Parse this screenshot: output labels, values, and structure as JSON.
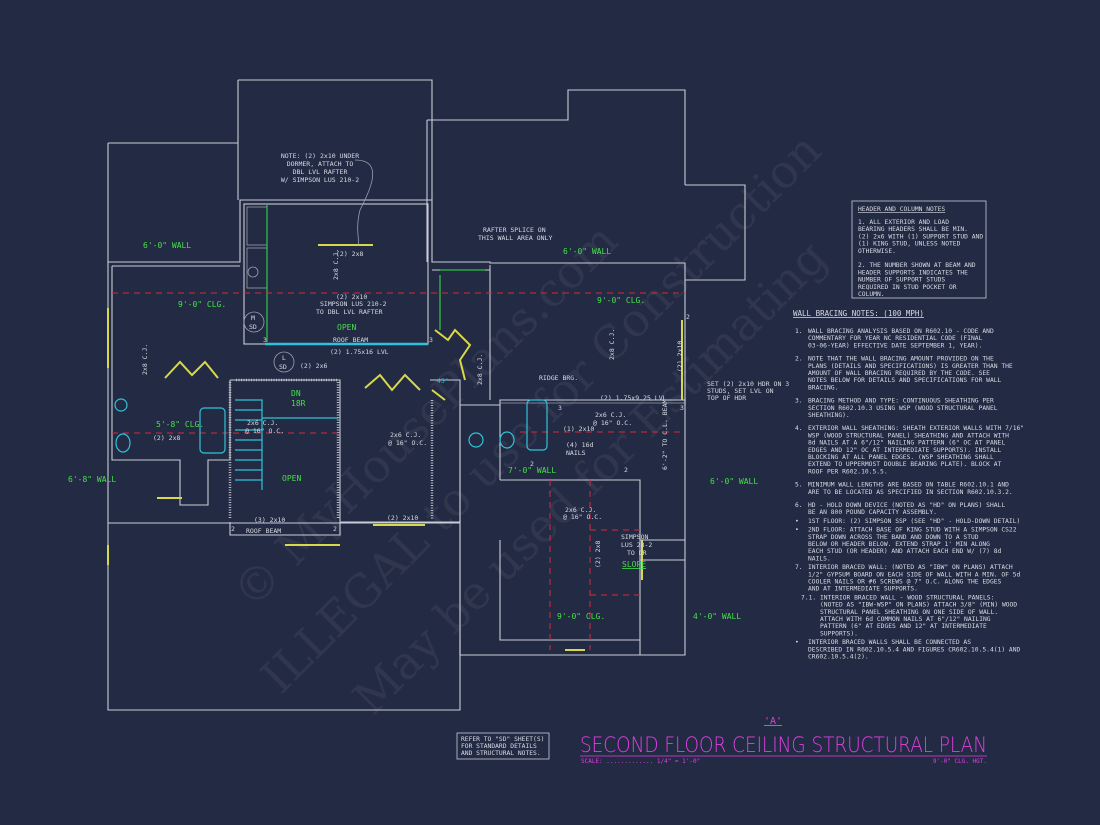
{
  "colors": {
    "background": "#232a43",
    "lines": "#c9cdd8",
    "labels_green": "#46e04a",
    "title_magenta": "#e040e0",
    "beams_yellow": "#d8d84a",
    "fixtures_cyan": "#2ec3d8",
    "ceiling_red": "#d8283a"
  },
  "watermark": [
    "© MyHousePlans.com",
    "ILLEGAL to use for Construction",
    "May be used for Estimating"
  ],
  "plan_labels": {
    "note_dormer": [
      "NOTE: (2) 2x10 UNDER",
      "DORMER, ATTACH TO",
      "DBL LVL RAFTER",
      "W/ SIMPSON LUS 210-2"
    ],
    "rafter_splice": [
      "RAFTER SPLICE ON",
      "THIS WALL AREA ONLY"
    ],
    "wall_6_0_left": "6'-0\" WALL",
    "wall_6_0_top_right": "6'-0\" WALL",
    "clg_9_0_left": "9'-0\" CLG.",
    "clg_9_0_right": "9'-0\" CLG.",
    "clg_9_0_bottom": "9'-0\" CLG.",
    "clg_5_8": "5'-8\" CLG.",
    "wall_6_8": "6'-8\" WALL",
    "wall_7_0": "7'-0\" WALL",
    "wall_6_0_mid_right": "6'-0\" WALL",
    "wall_4_0": "4'-0\" WALL",
    "hdr_2x8_top": "(2) 2x8",
    "hdr_2x10_dormer": "(2) 2x10",
    "simpson_lus": [
      "SIMPSON LUS 210-2",
      "TO DBL LVL RAFTER"
    ],
    "open_top": "OPEN",
    "open_stair": "OPEN",
    "roof_beam_top": "ROOF BEAM",
    "lvl_top": "(2) 1.75x16 LVL",
    "cj_2x8": [
      "2x8 C.J.",
      "@ 16\" O.C."
    ],
    "cj_2x6": [
      "2x6 C.J.",
      "@ 16\" O.C."
    ],
    "hdr_2x6": "(2) 2x6",
    "hdr_2x8_left": "(2) 2x8",
    "angle_45": "45°",
    "ridge_brg": "RIDGE BRG.",
    "lvl_right": "(2) 1.75x9.25 LVL",
    "hdr_2x10_right": "(2) 2x10",
    "set_note": [
      "SET (2) 2x10 HDR ON 3",
      "STUDS, SET LVL ON",
      "TOP OF HDR"
    ],
    "hdr_1_2x10": "(1) 2x10",
    "nails": [
      "(4) 16d",
      "NAILS"
    ],
    "to_cl_beam": "6'-2\" TO C.L. BEAM",
    "dn": "DN",
    "br": "18R",
    "hdr_3_2x10": "(3) 2x10",
    "roof_beam_bottom": "ROOF BEAM",
    "hdr_2x10_bottom": "(2) 2x10",
    "simpson_lus28": [
      "SIMPSON",
      "LUS 28-2",
      "TO DR"
    ],
    "slope": "SLOPE",
    "hdr_2x8_vert": "(2) 2x8",
    "sd_tag_m": [
      "M",
      "SD"
    ],
    "sd_tag_l": [
      "L",
      "SD"
    ],
    "stud_counts": [
      "3",
      "3",
      "2",
      "3",
      "3",
      "2",
      "2",
      "2",
      "2"
    ]
  },
  "header_notes": {
    "title": "HEADER AND COLUMN NOTES",
    "lines": [
      "1. ALL EXTERIOR AND LOAD",
      "BEARING HEADERS SHALL BE MIN.",
      "(2) 2x6 WITH (1) SUPPORT STUD AND",
      "(1) KING STUD, UNLESS NOTED",
      "OTHERWISE.",
      "",
      "2. THE NUMBER SHOWN AT BEAM AND",
      "HEADER SUPPORTS INDICATES THE",
      "NUMBER OF SUPPORT STUDS",
      "REQUIRED IN STUD POCKET OR",
      "COLUMN."
    ]
  },
  "wall_bracing": {
    "title": "WALL BRACING NOTES: (100 MPH)",
    "items": [
      {
        "n": "1.",
        "lines": [
          "WALL BRACING ANALYSIS BASED ON R602.10 - CODE AND",
          "COMMENTARY FOR YEAR NC RESIDENTIAL CODE (FINAL",
          "03-06-YEAR) EFFECTIVE DATE SEPTEMBER 1, YEAR)."
        ]
      },
      {
        "n": "2.",
        "lines": [
          "NOTE THAT THE WALL BRACING AMOUNT PROVIDED ON THE",
          "PLANS (DETAILS AND SPECIFICATIONS) IS GREATER THAN THE",
          "AMOUNT OF WALL BRACING REQUIRED BY THE CODE. SEE",
          "NOTES BELOW FOR DETAILS AND SPECIFICATIONS FOR WALL",
          "BRACING."
        ]
      },
      {
        "n": "3.",
        "lines": [
          "BRACING METHOD AND TYPE: CONTINUOUS SHEATHING PER",
          "SECTION R602.10.3 USING WSP (WOOD STRUCTURAL PANEL",
          "SHEATHING)."
        ]
      },
      {
        "n": "4.",
        "lines": [
          "EXTERIOR WALL SHEATHING: SHEATH EXTERIOR WALLS WITH 7/16\"",
          "WSP (WOOD STRUCTURAL PANEL) SHEATHING AND ATTACH WITH",
          "8d NAILS AT A 6\"/12\" NAILING PATTERN (6\" OC AT PANEL",
          "EDGES AND 12\" OC AT INTERMEDIATE SUPPORTS). INSTALL",
          "BLOCKING AT ALL PANEL EDGES. (WSP SHEATHING SHALL",
          "EXTEND TO UPPERMOST DOUBLE BEARING PLATE). BLOCK AT",
          "ROOF PER R602.10.5.5."
        ]
      },
      {
        "n": "5.",
        "lines": [
          "MINIMUM WALL LENGTHS ARE BASED ON TABLE R602.10.1 AND",
          "ARE TO BE LOCATED AS SPECIFIED IN SECTION R602.10.3.2."
        ]
      },
      {
        "n": "6.",
        "lines": [
          "HD - HOLD DOWN DEVICE (NOTED AS \"HD\" ON PLANS) SHALL",
          "BE AN 800 POUND CAPACITY ASSEMBLY."
        ]
      },
      {
        "n": "•",
        "lines": [
          "1ST FLOOR: (2) SIMPSON SSP (SEE \"HD\" - HOLD-DOWN DETAIL)"
        ]
      },
      {
        "n": "•",
        "lines": [
          "2ND FLOOR: ATTACH BASE OF KING STUD WITH A SIMPSON CS22",
          "STRAP DOWN ACROSS THE BAND AND DOWN TO A STUD",
          "BELOW OR HEADER BELOW. EXTEND STRAP 1' MIN ALONG",
          "EACH STUD (OR HEADER) AND ATTACH EACH END W/ (7) 8d",
          "NAILS."
        ]
      },
      {
        "n": "7.",
        "lines": [
          "INTERIOR BRACED WALL: (NOTED AS \"IBW\" ON PLANS) ATTACH",
          "1/2\" GYPSUM BOARD ON EACH SIDE OF WALL WITH A MIN. OF 5d",
          "COOLER NAILS OR #6 SCREWS @ 7\" O.C. ALONG THE EDGES",
          "AND AT INTERMEDIATE SUPPORTS."
        ]
      },
      {
        "n": "7.1.",
        "lines": [
          "INTERIOR BRACED WALL - WOOD STRUCTURAL PANELS:",
          "(NOTED AS \"IBW-WSP\" ON PLANS) ATTACH 3/8\" (MIN) WOOD",
          "STRUCTURAL PANEL SHEATHING ON ONE SIDE OF WALL.",
          "ATTACH WITH 6d COMMON NAILS AT 6\"/12\" NAILING",
          "PATTERN (6\" AT EDGES AND 12\" AT INTERMEDIATE",
          "SUPPORTS)."
        ]
      },
      {
        "n": "•",
        "lines": [
          "INTERIOR BRACED WALLS SHALL BE CONNECTED AS",
          "DESCRIBED IN R602.10.5.4 AND FIGURES CR602.10.5.4(1) AND",
          "CR602.10.5.4(2)."
        ]
      }
    ]
  },
  "refer_box": [
    "REFER TO \"SD\" SHEET(S)",
    "FOR STANDARD DETAILS",
    "AND STRUCTURAL NOTES."
  ],
  "title_block": {
    "tag": "'A'",
    "title": "SECOND FLOOR CEILING STRUCTURAL PLAN",
    "scale_label": "SCALE: ............. 1/4\" = 1'-0\"",
    "ceiling_height": "9'-0\" CLG. HGT."
  }
}
